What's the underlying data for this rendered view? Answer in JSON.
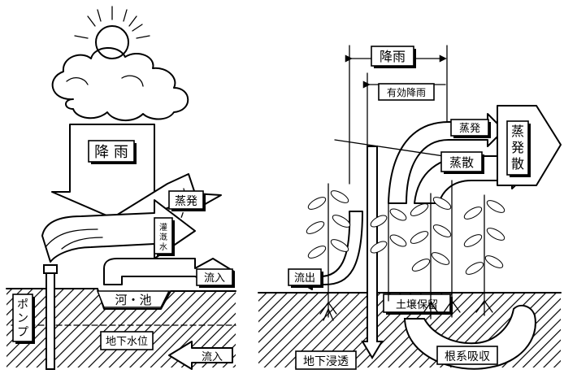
{
  "left_panel": {
    "rain": "降 雨",
    "evaporation": "蒸発",
    "irrigation": "灌\n漑\n水",
    "inflow_surface": "流入",
    "river_pond": "河・池",
    "pump": "ポンプ",
    "groundwater_level": "地下水位",
    "inflow_ground": "流入"
  },
  "right_panel": {
    "rain": "降雨",
    "effective_rain": "有効降雨",
    "evaporation": "蒸発",
    "transpiration": "蒸散",
    "evapotranspiration": "蒸\n発\n散",
    "outflow": "流出",
    "soil_retention": "土壌保留",
    "root_absorption": "根系吸収",
    "infiltration": "地下浸透"
  }
}
